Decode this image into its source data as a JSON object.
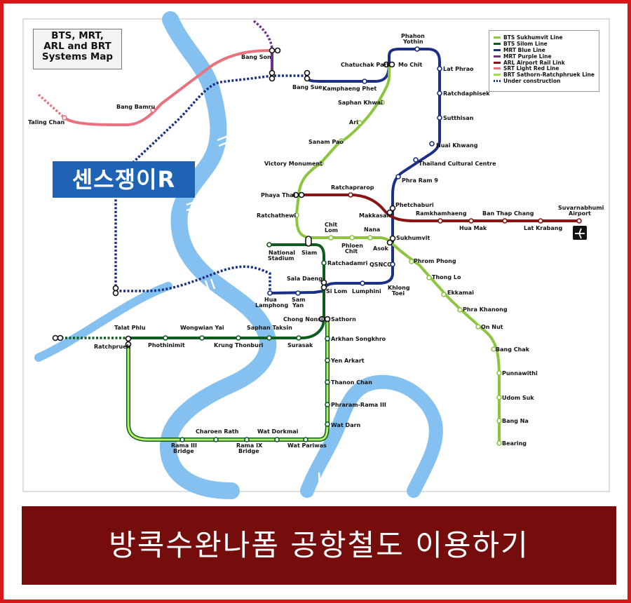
{
  "map_title": [
    "BTS, MRT,",
    "ARL and BRT",
    "Systems Map"
  ],
  "brand_badge": "센스쟁이R",
  "banner_text": "방콕수완나폼 공항철도 이용하기",
  "colors": {
    "frame": "#d81818",
    "river": "#85c1f0",
    "bts_sukhumvit": "#8cc63f",
    "bts_silom": "#0e5c1e",
    "mrt_blue": "#1b2f86",
    "mrt_purple": "#6f2d8c",
    "arl": "#8a1414",
    "srt_red": "#e8737e",
    "brt": "#9adf40",
    "banner": "#760d0d",
    "badge": "#1f63b4"
  },
  "legend": [
    {
      "label": "BTS Sukhumvit Line",
      "color": "#8cc63f",
      "style": "solid"
    },
    {
      "label": "BTS Silom Line",
      "color": "#0e5c1e",
      "style": "solid"
    },
    {
      "label": "MRT Blue Line",
      "color": "#1b2f86",
      "style": "solid"
    },
    {
      "label": "MRT Purple Line",
      "color": "#6f2d8c",
      "style": "solid"
    },
    {
      "label": "ARL Airport Rail Link",
      "color": "#8a1414",
      "style": "solid"
    },
    {
      "label": "SRT Light Red Line",
      "color": "#e8737e",
      "style": "solid"
    },
    {
      "label": "BRT Sathorn-Ratchphruek Line",
      "color": "#9adf40",
      "style": "solid"
    },
    {
      "label": "Under construction",
      "color": "#1b2f86",
      "style": "dotted"
    }
  ],
  "station_labels": {
    "bang_son": "Bang Son",
    "bang_sue": "Bang Sue",
    "kamphaeng_phet": "Kamphaeng Phet",
    "chatuchak_park": "Chatuchak Park",
    "mo_chit": "Mo Chit",
    "phahon_yothin": [
      "Phahon",
      "Yothin"
    ],
    "lat_phrao": "Lat Phrao",
    "ratchadaphisek": "Ratchdaphisek",
    "sutthisan": "Sutthisan",
    "huai_khwang": "Huai Khwang",
    "thailand_cultural_centre": "Thailand Cultural Centre",
    "phra_ram_9": "Phra Ram 9",
    "phetchaburi": "Phetchaburi",
    "makkasan": "Makkasan",
    "ramkhamhaeng": "Ramkhamhaeng",
    "hua_mak": "Hua Mak",
    "ban_thap_chang": "Ban Thap Chang",
    "lat_krabang": "Lat Krabang",
    "suvarnabhumi_airport": [
      "Suvarnabhumi",
      "Airport"
    ],
    "bang_bamru": "Bang Bamru",
    "taling_chan": "Taling Chan",
    "saphan_khwai": "Saphan Khwai",
    "ari": "Ari",
    "sanam_pao": "Sanam Pao",
    "victory_monument": "Victory Monument",
    "phaya_thai": "Phaya Thai",
    "ratchaprarop": "Ratchaprarop",
    "ratchathewi": "Ratchathewi",
    "chit_lom": [
      "Chit",
      "Lom"
    ],
    "phloen_chit": [
      "Phloen",
      "Chit"
    ],
    "nana": "Nana",
    "asok": "Asok",
    "sukhumvit": "Sukhumvit",
    "national_stadium": [
      "National",
      "Stadium"
    ],
    "siam": "Siam",
    "ratchadamri": "Ratchadamri",
    "qsncc": "QSNCC",
    "phrom_phong": "Phrom Phong",
    "thong_lo": "Thong Lo",
    "ekkamai": "Ekkamai",
    "phra_khanong": "Phra Khanong",
    "on_nut": "On Nut",
    "bang_chak": "Bang Chak",
    "punnawithi": "Punnawithi",
    "udom_suk": "Udom Suk",
    "bang_na": "Bang Na",
    "bearing": "Bearing",
    "sala_daeng": "Sala Daeng",
    "si_lom": "Si Lom",
    "lumphini": "Lumphini",
    "khlong_toei": [
      "Khlong",
      "Toei"
    ],
    "hua_lamphong": [
      "Hua",
      "Lamphong"
    ],
    "sam_yan": [
      "Sam",
      "Yan"
    ],
    "chong_nonsi": "Chong Nonsi",
    "sathorn": "Sathorn",
    "talat_phlu": "Talat Phlu",
    "ratchpruek": "Ratchpruek",
    "wongwian_yai": "Wongwian Yai",
    "saphan_taksin": "Saphan Taksin",
    "phothinimit": "Phothinimit",
    "krung_thonburi": "Krung Thonburi",
    "surasak": "Surasak",
    "arkhan_songkhro": "Arkhan Songkhro",
    "yen_arkart": "Yen Arkart",
    "thanon_chan": "Thanon Chan",
    "pharam_rama_iii": "Phraram-Rama III",
    "wat_darn": "Wat Darn",
    "charoen_rath": "Charoen Rath",
    "wat_dorkmai": "Wat Dorkmai",
    "rama_iii_bridge": [
      "Rama III",
      "Bridge"
    ],
    "rama_ix_bridge": [
      "Rama IX",
      "Bridge"
    ],
    "wat_pariwas": "Wat Pariwas"
  }
}
